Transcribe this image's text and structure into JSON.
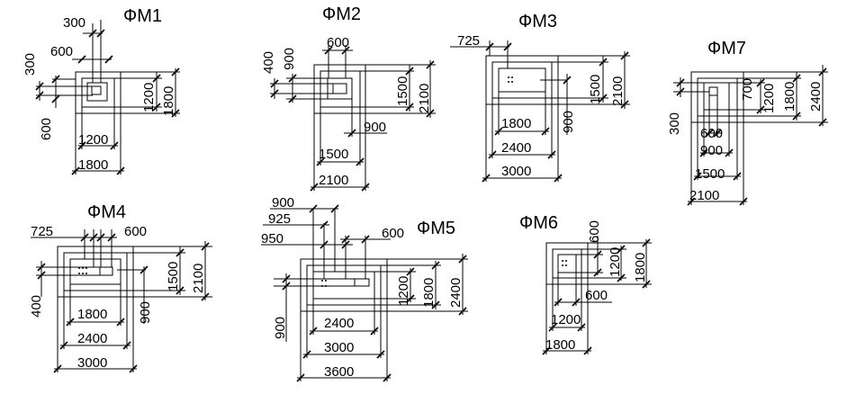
{
  "footings": [
    {
      "id": "fm1",
      "title": "ФМ1",
      "dims": [
        "300",
        "600",
        "300",
        "1200",
        "1800",
        "600",
        "1200",
        "1800"
      ]
    },
    {
      "id": "fm2",
      "title": "ФМ2",
      "dims": [
        "600",
        "400",
        "900",
        "1500",
        "2100",
        "900",
        "1500",
        "2100"
      ]
    },
    {
      "id": "fm3",
      "title": "ФМ3",
      "dims": [
        "725",
        "1500",
        "2100",
        "900",
        "1800",
        "2400",
        "3000"
      ]
    },
    {
      "id": "fm7",
      "title": "ФМ7",
      "dims": [
        "700",
        "1200",
        "1800",
        "2400",
        "300",
        "600",
        "900",
        "1500",
        "2100"
      ]
    },
    {
      "id": "fm4",
      "title": "ФМ4",
      "dims": [
        "725",
        "600",
        "1500",
        "2100",
        "400",
        "900",
        "1800",
        "2400",
        "3000"
      ]
    },
    {
      "id": "fm5",
      "title": "ФМ5",
      "dims": [
        "900",
        "925",
        "950",
        "600",
        "1200",
        "1800",
        "2400",
        "900",
        "2400",
        "3000",
        "3600"
      ]
    },
    {
      "id": "fm6",
      "title": "ФМ6",
      "dims": [
        "600",
        "1200",
        "1800",
        "600",
        "1200",
        "1800"
      ]
    }
  ]
}
